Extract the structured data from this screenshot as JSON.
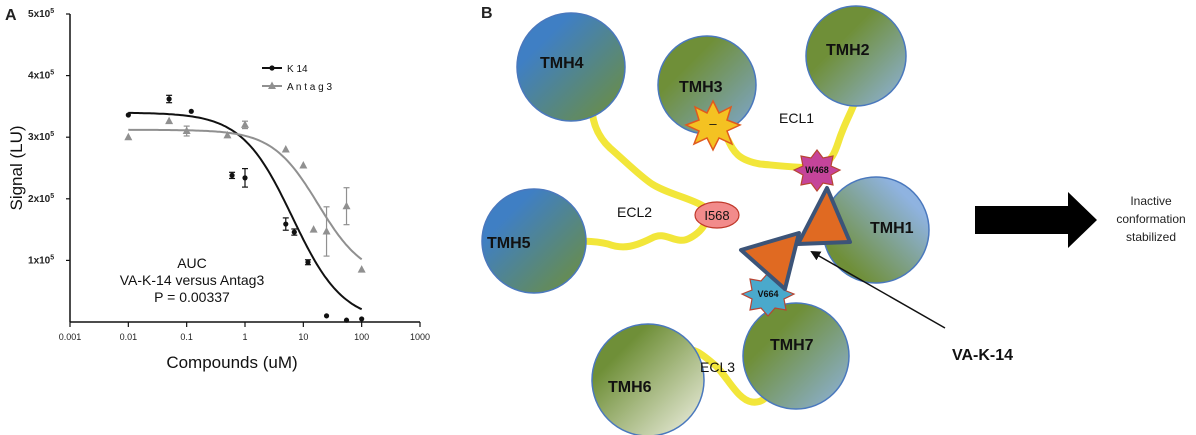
{
  "panels": {
    "a": "A",
    "b": "B"
  },
  "chart_data": {
    "type": "scatter",
    "xlabel": "Compounds (uM)",
    "ylabel": "Signal (LU)",
    "xscale": "log",
    "xlim": [
      0.001,
      1000
    ],
    "ylim": [
      0,
      500000
    ],
    "x_ticks": [
      "0.001",
      "0.01",
      "0.1",
      "1",
      "10",
      "100",
      "1000"
    ],
    "y_ticks": [
      {
        "mant": "1",
        "exp": "5"
      },
      {
        "mant": "2",
        "exp": "5"
      },
      {
        "mant": "3",
        "exp": "5"
      },
      {
        "mant": "4",
        "exp": "5"
      },
      {
        "mant": "5",
        "exp": "5"
      }
    ],
    "y_tick_middle": "x10",
    "legend_position": "top-right",
    "series": [
      {
        "name": "K14",
        "legend_label": "K 14",
        "color": "#111111",
        "marker": "circle",
        "points": [
          {
            "x": 0.01,
            "y": 336000,
            "err": 0
          },
          {
            "x": 0.05,
            "y": 362000,
            "err": 6000
          },
          {
            "x": 0.12,
            "y": 342000,
            "err": 0
          },
          {
            "x": 0.6,
            "y": 238000,
            "err": 5000
          },
          {
            "x": 1.0,
            "y": 234000,
            "err": 15000
          },
          {
            "x": 5.0,
            "y": 159000,
            "err": 10000
          },
          {
            "x": 7.0,
            "y": 146000,
            "err": 5000
          },
          {
            "x": 12.0,
            "y": 97000,
            "err": 4000
          },
          {
            "x": 25.0,
            "y": 10000,
            "err": 0
          },
          {
            "x": 55.0,
            "y": 3000,
            "err": 0
          },
          {
            "x": 100.0,
            "y": 5000,
            "err": 0
          }
        ],
        "fit": {
          "top": 340000,
          "bottom": 0,
          "ec50": 6.5,
          "hill": 1.0
        }
      },
      {
        "name": "Antag3",
        "legend_label": "A n t a g 3",
        "color": "#909090",
        "marker": "triangle",
        "points": [
          {
            "x": 0.01,
            "y": 300000,
            "err": 0
          },
          {
            "x": 0.05,
            "y": 326000,
            "err": 0
          },
          {
            "x": 0.1,
            "y": 310000,
            "err": 8000
          },
          {
            "x": 0.5,
            "y": 303000,
            "err": 0
          },
          {
            "x": 1.0,
            "y": 320000,
            "err": 6000
          },
          {
            "x": 5.0,
            "y": 280000,
            "err": 0
          },
          {
            "x": 10.0,
            "y": 254000,
            "err": 0
          },
          {
            "x": 15.0,
            "y": 150000,
            "err": 0
          },
          {
            "x": 25.0,
            "y": 147000,
            "err": 40000
          },
          {
            "x": 55.0,
            "y": 188000,
            "err": 30000
          },
          {
            "x": 100.0,
            "y": 85000,
            "err": 0
          }
        ],
        "fit": {
          "top": 312000,
          "bottom": 70000,
          "ec50": 18,
          "hill": 1.1
        }
      }
    ],
    "annotations": [
      "AUC",
      "VA-K-14 versus Antag3",
      "P = 0.00337"
    ]
  },
  "diagram": {
    "helices": [
      "TMH4",
      "TMH3",
      "TMH2",
      "TMH5",
      "TMH1",
      "TMH6",
      "TMH7"
    ],
    "loops": [
      "ECL1",
      "ECL2",
      "ECL3"
    ],
    "residues": [
      "I568",
      "W468",
      "V664"
    ],
    "star_label": "–",
    "ligand_label": "VA-K-14",
    "outcome_lines": [
      "Inactive",
      "conformation",
      "stabilized"
    ]
  }
}
